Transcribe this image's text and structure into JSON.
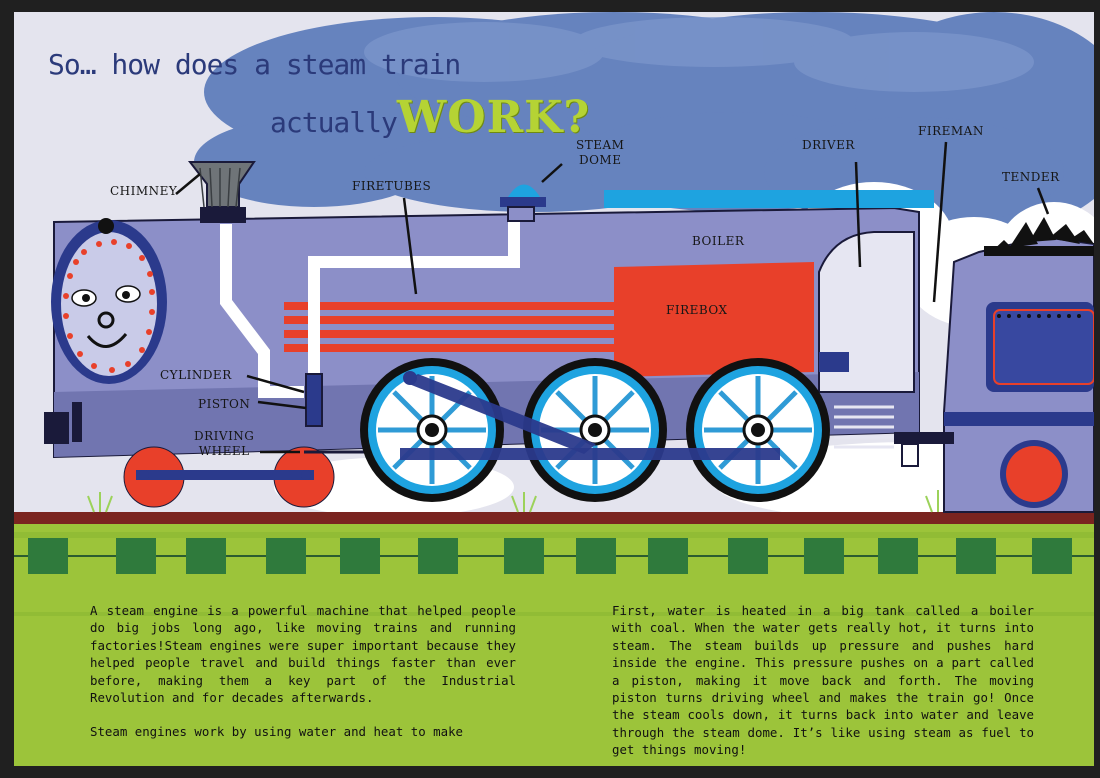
{
  "title": {
    "line1": "So… how does a steam train",
    "line2_prefix": "actually",
    "line2_emphasis": "WORK?"
  },
  "labels": {
    "chimney": "CHIMNEY",
    "steam_dome_1": "STEAM",
    "steam_dome_2": "DOME",
    "firetubes": "FIRETUBES",
    "driver": "DRIVER",
    "fireman": "FIREMAN",
    "tender": "TENDER",
    "boiler": "BOILER",
    "firebox": "FIREBOX",
    "cylinder": "CYLINDER",
    "piston": "PISTON",
    "driving_wheel_1": "DRIVING",
    "driving_wheel_2": "WHEEL"
  },
  "body": {
    "left_p1": "A steam engine is a powerful machine that helped people do big jobs long ago, like moving trains and running factories!Steam engines were super important because they helped people travel and build things faster than ever before, making them a key part of the Industrial Revolution and for decades afterwards.",
    "left_p2": "Steam engines work by using water and heat to make",
    "right_p1": "First, water is heated in a big tank called a boiler with coal. When the water gets really hot, it turns into steam. The steam builds up pressure and pushes hard inside the engine. This pressure pushes on a part called a piston, making it move back and forth. The moving piston turns driving wheel and makes the train go! Once the steam cools down, it turns back into water and leave through the steam dome.  It’s like using steam as fuel to get things moving!"
  },
  "colors": {
    "train_body": "#8c8fc8",
    "train_dark": "#2b3a8c",
    "firebox": "#e8402a",
    "wheel_spoke": "#2f9bd6",
    "grass": "#9cc43a",
    "rail": "#7a2420",
    "sleeper": "#2f7a3c",
    "steam_cloud": "#5a78b8",
    "title_accent": "#b5d334"
  }
}
